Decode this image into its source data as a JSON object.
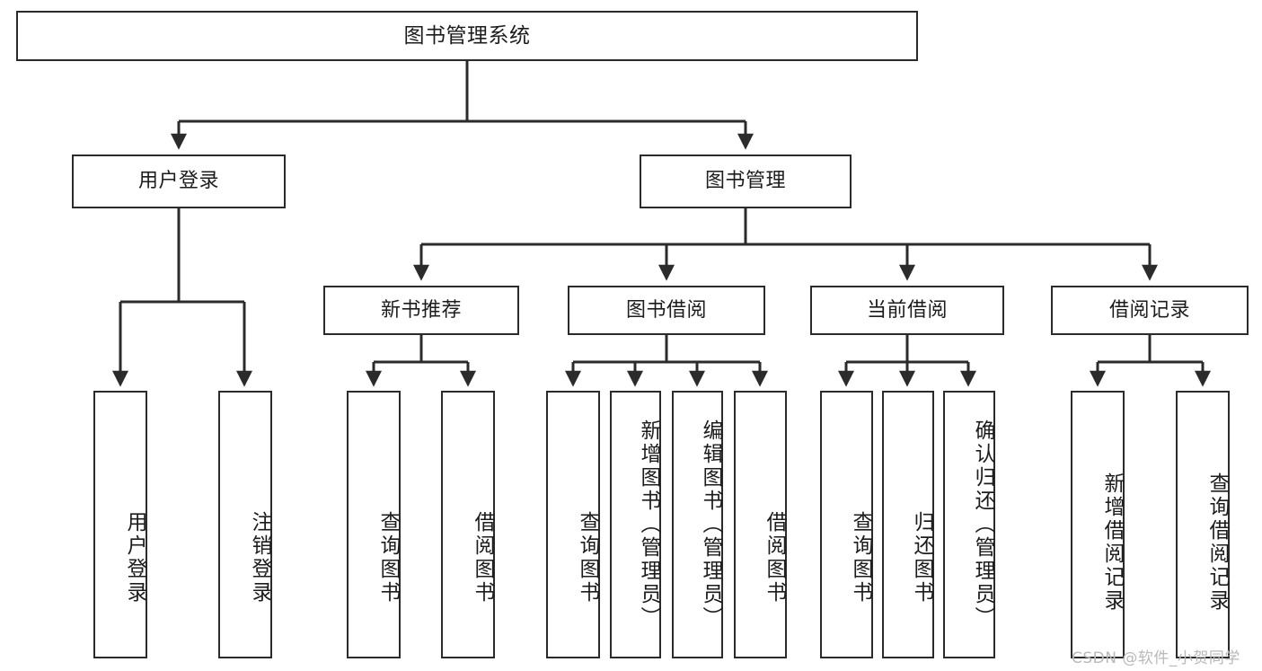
{
  "diagram": {
    "title": "图书管理系统",
    "type": "tree-hierarchy-chart",
    "watermark": "CSDN @软件_小贺同学",
    "colors": {
      "stroke": "#2b2b2b",
      "fill": "#ffffff",
      "text": "#1c1c1c",
      "watermark": "#b9b9b9"
    }
  },
  "nodes": {
    "root": {
      "label": "图书管理系统"
    },
    "level2": [
      {
        "id": "user-login",
        "label": "用户登录"
      },
      {
        "id": "book-management",
        "label": "图书管理"
      }
    ],
    "level3": [
      {
        "id": "new-book-recommend",
        "label": "新书推荐"
      },
      {
        "id": "book-borrow",
        "label": "图书借阅"
      },
      {
        "id": "current-borrow",
        "label": "当前借阅"
      },
      {
        "id": "borrow-record",
        "label": "借阅记录"
      }
    ],
    "leaves": {
      "user-login": [
        {
          "id": "leaf-user-login",
          "label": "用户登录"
        },
        {
          "id": "leaf-logout",
          "label": "注销登录"
        }
      ],
      "new-book-recommend": [
        {
          "id": "leaf-query-book-1",
          "label": "查询图书"
        },
        {
          "id": "leaf-borrow-book-1",
          "label": "借阅图书"
        }
      ],
      "book-borrow": [
        {
          "id": "leaf-query-book-2",
          "label": "查询图书"
        },
        {
          "id": "leaf-add-book",
          "label": "新增图书（管理员）"
        },
        {
          "id": "leaf-edit-book",
          "label": "编辑图书（管理员）"
        },
        {
          "id": "leaf-borrow-book-2",
          "label": "借阅图书"
        }
      ],
      "current-borrow": [
        {
          "id": "leaf-query-book-3",
          "label": "查询图书"
        },
        {
          "id": "leaf-return-book",
          "label": "归还图书"
        },
        {
          "id": "leaf-confirm-return",
          "label": "确认归还（管理员）"
        }
      ],
      "borrow-record": [
        {
          "id": "leaf-add-record",
          "label": "新增借阅记录"
        },
        {
          "id": "leaf-query-record",
          "label": "查询借阅记录"
        }
      ]
    }
  }
}
